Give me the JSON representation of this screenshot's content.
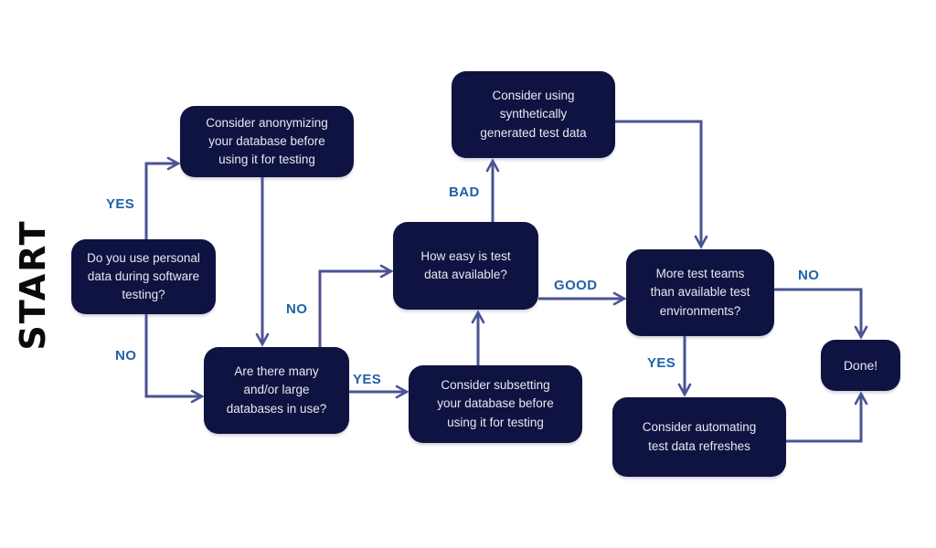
{
  "start_label": "START",
  "colors": {
    "background": "#ffffff",
    "node_fill": "#0f1341",
    "node_text": "#e8e8f1",
    "connector": "#4b5393",
    "edge_label": "#2062a8",
    "start_text": "#0a0a0a"
  },
  "nodes": {
    "personal_data_question": "Do you use personal\ndata during software\ntesting?",
    "anonymize_advice": "Consider anonymizing\nyour database before\nusing it for testing",
    "many_databases_question": "Are there many\nand/or large\ndatabases in use?",
    "data_availability_question": "How easy is test\ndata available?",
    "synthetic_data_advice": "Consider using\nsynthetically\ngenerated test data",
    "subsetting_advice": "Consider subsetting\nyour database before\nusing it for testing",
    "test_environments_question": "More test teams\nthan available test\nenvironments?",
    "done": "Done!",
    "automate_refreshes_advice": "Consider automating\ntest data refreshes"
  },
  "edge_labels": {
    "personal_yes": "YES",
    "personal_no": "NO",
    "many_no": "NO",
    "many_yes": "YES",
    "availability_bad": "BAD",
    "availability_good": "GOOD",
    "teams_no": "NO",
    "teams_yes": "YES"
  }
}
